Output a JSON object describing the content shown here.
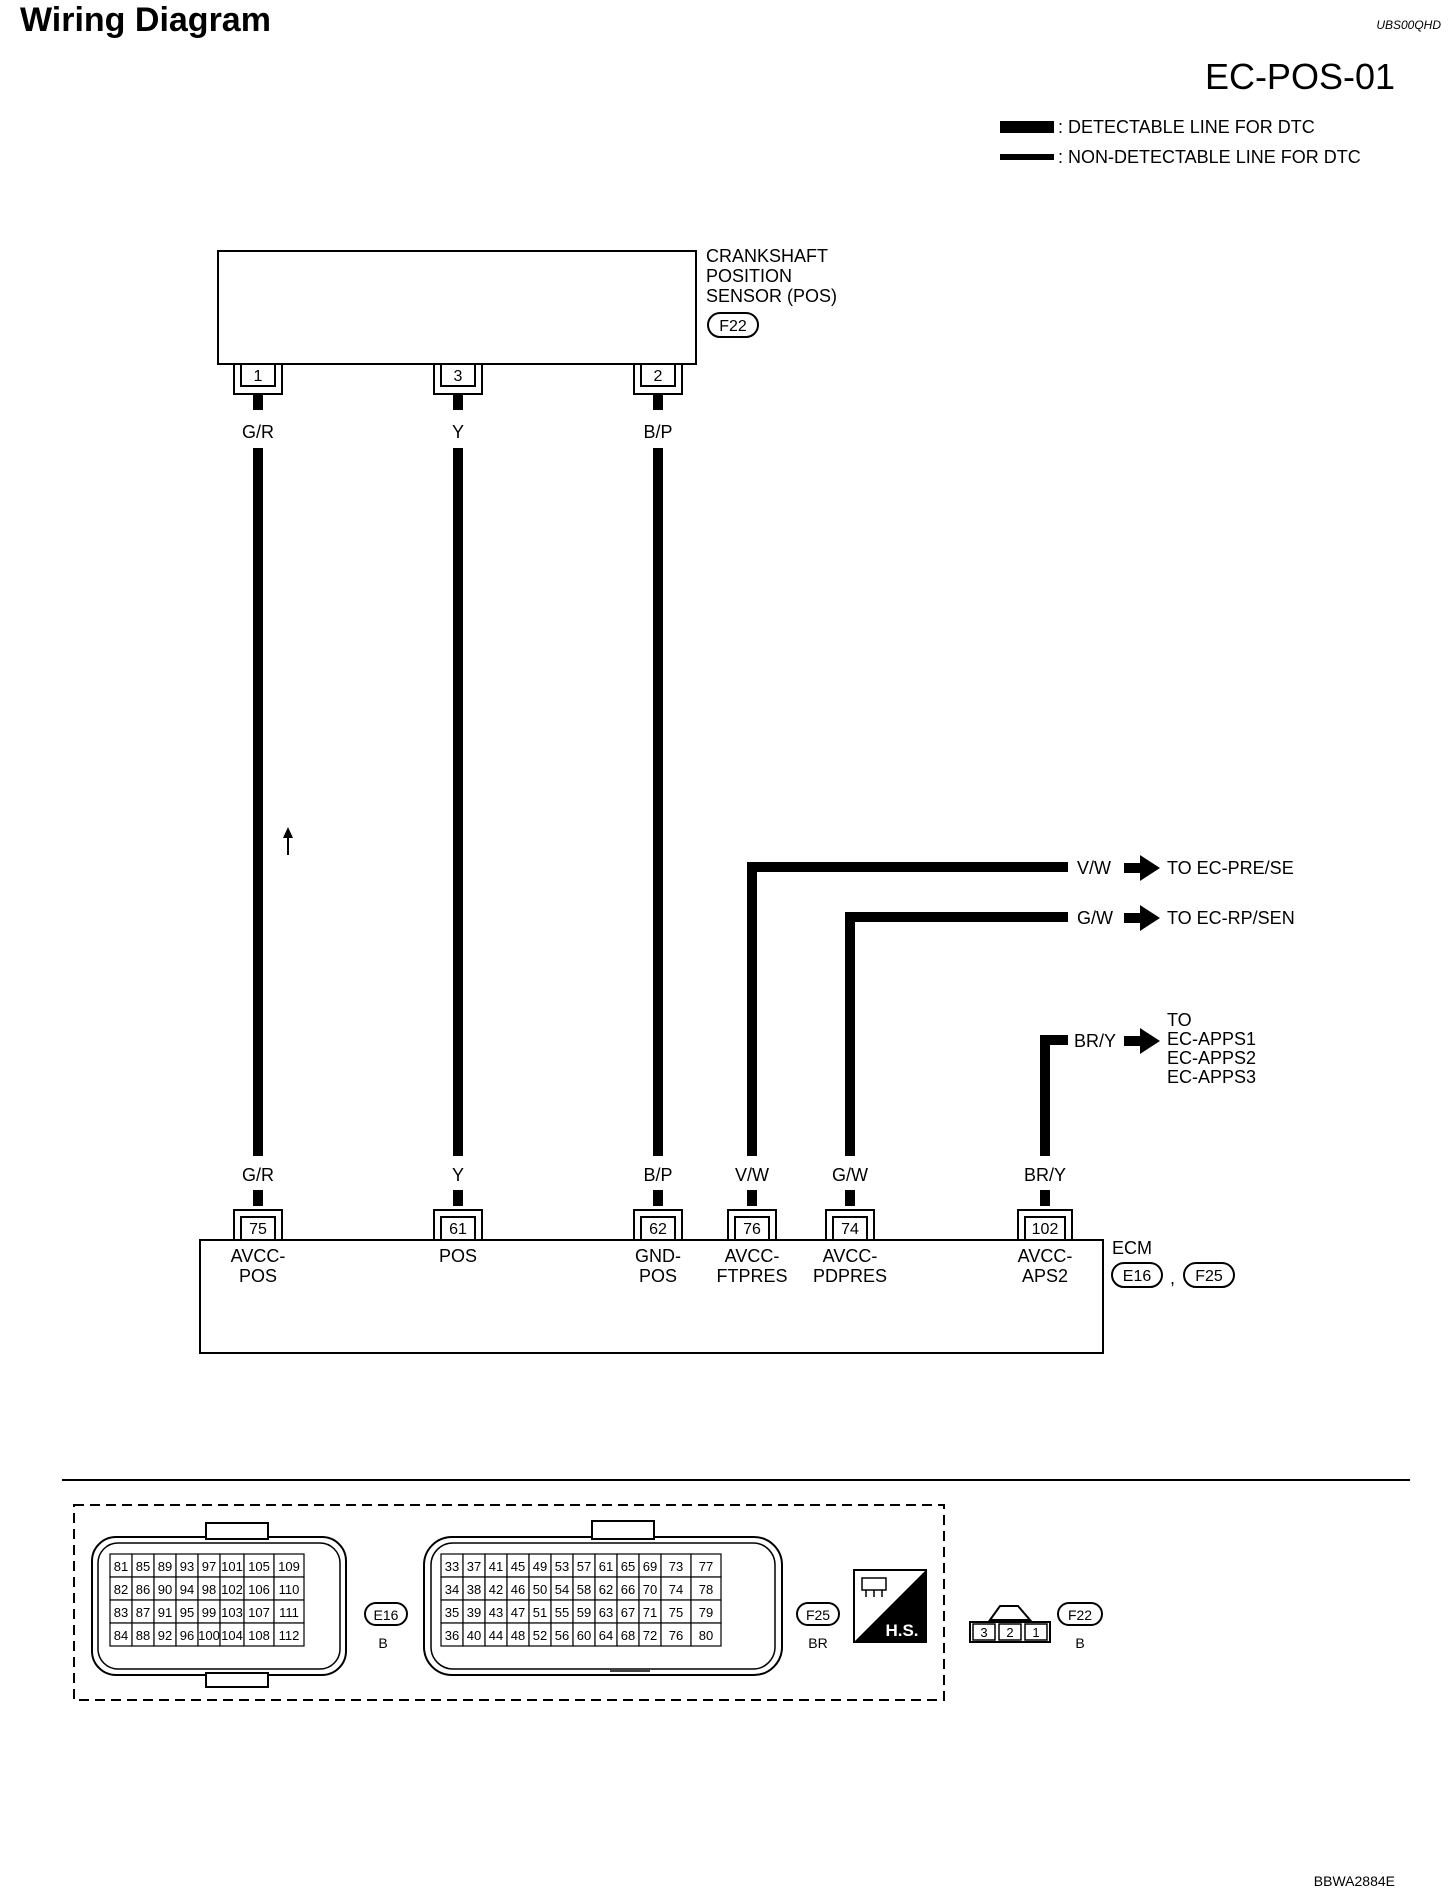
{
  "header": {
    "title": "Wiring Diagram",
    "code": "UBS00QHD",
    "diagram_no": "EC-POS-01"
  },
  "legend": {
    "detectable": ": DETECTABLE LINE FOR DTC",
    "non_detectable": ": NON-DETECTABLE LINE FOR DTC"
  },
  "sensor": {
    "name_line1": "CRANKSHAFT",
    "name_line2": "POSITION",
    "name_line3": "SENSOR (POS)",
    "connector": "F22",
    "pins": [
      "1",
      "3",
      "2"
    ],
    "wires": [
      "G/R",
      "Y",
      "B/P"
    ]
  },
  "ecm": {
    "name": "ECM",
    "connector1": "E16",
    "separator": ",",
    "connector2": "F25",
    "wires": [
      "G/R",
      "Y",
      "B/P",
      "V/W",
      "G/W",
      "BR/Y"
    ],
    "pins": [
      "75",
      "61",
      "62",
      "76",
      "74",
      "102"
    ],
    "terminals": [
      [
        "AVCC-",
        "POS"
      ],
      [
        "POS",
        ""
      ],
      [
        "GND-",
        "POS"
      ],
      [
        "AVCC-",
        "FTPRES"
      ],
      [
        "AVCC-",
        "PDPRES"
      ],
      [
        "AVCC-",
        "APS2"
      ]
    ]
  },
  "branches": [
    {
      "wire": "V/W",
      "to": "TO EC-PRE/SE"
    },
    {
      "wire": "G/W",
      "to": "TO EC-RP/SEN"
    },
    {
      "wire": "BR/Y",
      "to_lines": [
        "TO",
        "EC-APPS1",
        "EC-APPS2",
        "EC-APPS3"
      ]
    }
  ],
  "connectors_view": {
    "e16": {
      "id": "E16",
      "color": "B",
      "rows": [
        [
          "81",
          "85",
          "89",
          "93",
          "97",
          "101",
          "105",
          "109"
        ],
        [
          "82",
          "86",
          "90",
          "94",
          "98",
          "102",
          "106",
          "110"
        ],
        [
          "83",
          "87",
          "91",
          "95",
          "99",
          "103",
          "107",
          "111"
        ],
        [
          "84",
          "88",
          "92",
          "96",
          "100",
          "104",
          "108",
          "112"
        ]
      ]
    },
    "f25": {
      "id": "F25",
      "color": "BR",
      "rows": [
        [
          "33",
          "37",
          "41",
          "45",
          "49",
          "53",
          "57",
          "61",
          "65",
          "69",
          "73",
          "77"
        ],
        [
          "34",
          "38",
          "42",
          "46",
          "50",
          "54",
          "58",
          "62",
          "66",
          "70",
          "74",
          "78"
        ],
        [
          "35",
          "39",
          "43",
          "47",
          "51",
          "55",
          "59",
          "63",
          "67",
          "71",
          "75",
          "79"
        ],
        [
          "36",
          "40",
          "44",
          "48",
          "52",
          "56",
          "60",
          "64",
          "68",
          "72",
          "76",
          "80"
        ]
      ]
    },
    "hs_label": "H.S.",
    "f22": {
      "id": "F22",
      "color": "B",
      "pins": [
        "3",
        "2",
        "1"
      ]
    }
  },
  "footer_code": "BBWA2884E"
}
